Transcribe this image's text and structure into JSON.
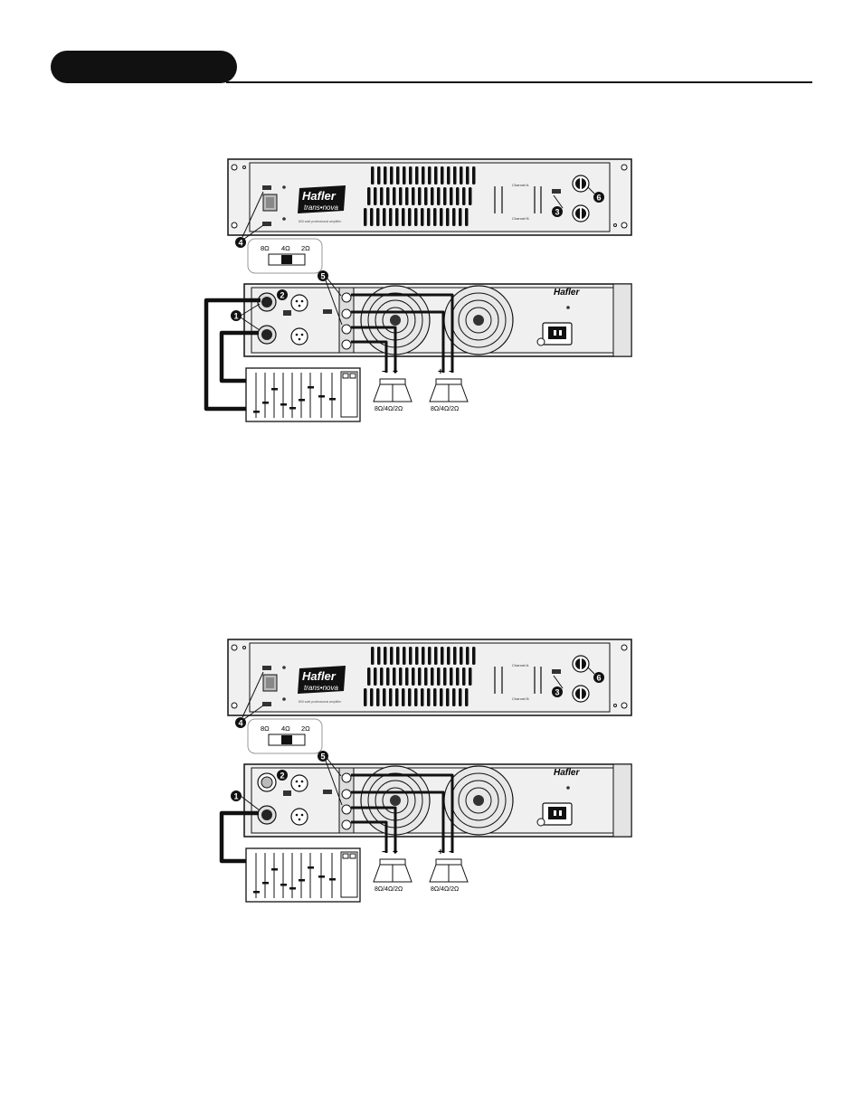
{
  "figures": [
    {
      "front_panel": {
        "brand": "Hafler",
        "model": "trans•nova",
        "tagline": "800 watt professional amplifier",
        "channel_a": "Channel A",
        "channel_b": "Channel B"
      },
      "callouts": [
        "1",
        "2",
        "3",
        "4",
        "5",
        "6"
      ],
      "impedance_switch": {
        "left": "8Ω",
        "mid": "4Ω",
        "right": "2Ω"
      },
      "rear_panel": {
        "brand": "Hafler"
      },
      "polarity": {
        "left_minus": "−",
        "left_plus": "+",
        "right_plus": "+",
        "right_minus": "−"
      },
      "speakers": [
        {
          "label": "8Ω/4Ω/2Ω"
        },
        {
          "label": "8Ω/4Ω/2Ω"
        }
      ]
    },
    {
      "front_panel": {
        "brand": "Hafler",
        "model": "trans•nova",
        "tagline": "800 watt professional amplifier",
        "channel_a": "Channel A",
        "channel_b": "Channel B"
      },
      "callouts": [
        "1",
        "2",
        "3",
        "4",
        "5",
        "6"
      ],
      "impedance_switch": {
        "left": "8Ω",
        "mid": "4Ω",
        "right": "2Ω"
      },
      "rear_panel": {
        "brand": "Hafler"
      },
      "polarity": {
        "left_minus": "−",
        "left_plus": "+",
        "right_plus": "+",
        "right_minus": "−"
      },
      "speakers": [
        {
          "label": "8Ω/4Ω/2Ω"
        },
        {
          "label": "8Ω/4Ω/2Ω"
        }
      ]
    }
  ]
}
